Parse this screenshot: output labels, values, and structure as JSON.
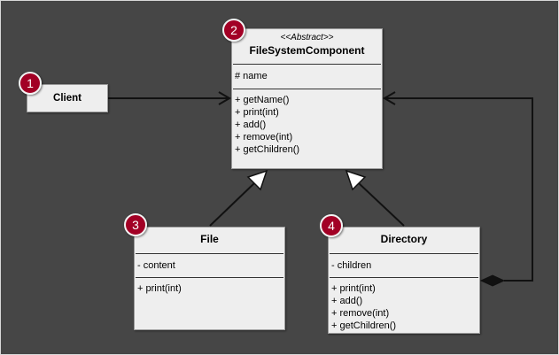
{
  "client": {
    "label": "Client"
  },
  "abstract_class": {
    "stereotype": "<<Abstract>>",
    "name": "FileSystemComponent",
    "attributes": [
      "# name"
    ],
    "operations": [
      "+ getName()",
      "+ print(int)",
      "+ add()",
      "+ remove(int)",
      "+ getChildren()"
    ]
  },
  "file_class": {
    "name": "File",
    "attributes": [
      "- content"
    ],
    "operations": [
      "+ print(int)"
    ]
  },
  "directory_class": {
    "name": "Directory",
    "attributes": [
      "- children"
    ],
    "operations": [
      "+ print(int)",
      "+ add()",
      "+ remove(int)",
      "+ getChildren()"
    ]
  },
  "badges": [
    "1",
    "2",
    "3",
    "4"
  ],
  "colors": {
    "background": "#464646",
    "box_fill": "#eeeeee",
    "badge": "#a20025",
    "connector": "#111111"
  }
}
